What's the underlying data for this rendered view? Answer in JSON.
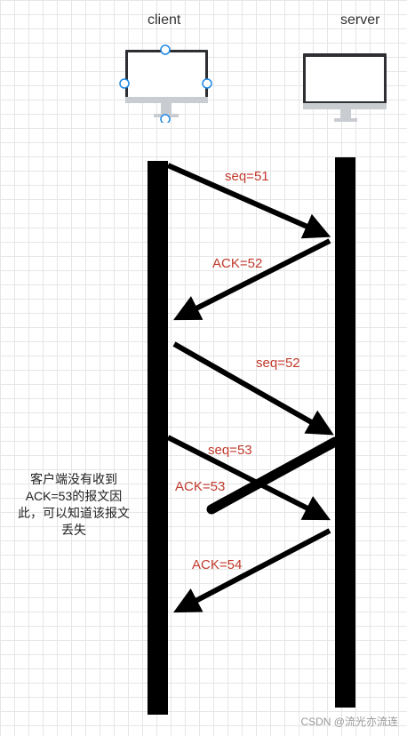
{
  "nodes": {
    "client": {
      "label": "client"
    },
    "server": {
      "label": "server"
    }
  },
  "messages": [
    {
      "id": "m1",
      "label": "seq=51",
      "from": "client",
      "to": "server"
    },
    {
      "id": "m2",
      "label": "ACK=52",
      "from": "server",
      "to": "client"
    },
    {
      "id": "m3",
      "label": "seq=52",
      "from": "client",
      "to": "server"
    },
    {
      "id": "m4",
      "label": "seq=53",
      "from": "client",
      "to": "server"
    },
    {
      "id": "m5",
      "label": "ACK=53",
      "from": "server",
      "to": "client",
      "lost": true
    },
    {
      "id": "m6",
      "label": "ACK=54",
      "from": "server",
      "to": "client"
    }
  ],
  "note": {
    "lines": [
      "客户端没有收到",
      "ACK=53的报文因",
      "此，可以知道该报文",
      "丢失"
    ]
  },
  "watermark": "CSDN @流光亦流连",
  "colors": {
    "arrow": "#000000",
    "label": "#c0392b",
    "selection": "#1e88e5"
  }
}
